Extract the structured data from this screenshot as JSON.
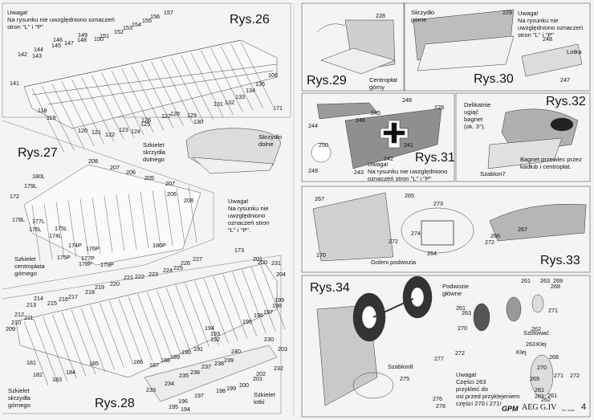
{
  "notes": {
    "rys26": "Uwaga!\nNa rysunku nie uwzględniono oznaczeń\nstron \"L\" i \"P\"",
    "rys27": "Uwaga!\nNa rysunku nie\nuwzględniono\noznaczeń stron\n\"L\" i \"P\".",
    "rys30": "Uwaga!\nNa rysunku nie\nuwzględniono oznaczeń\nstron \"L\" i \"P\"",
    "rys31": "Uwaga!\nNa rysunku nie uwzględniono\noznaczeń stron \"L\" i \"P\"",
    "rys34": "Uwaga!\nCzęści 263\nprzykleić do\nosi przed przyklejeniem\nczęści 270 i 271!"
  },
  "titles": {
    "rys26": "Rys.26",
    "rys27": "Rys.27",
    "rys28": "Rys.28",
    "rys29": "Rys.29",
    "rys30": "Rys.30",
    "rys31": "Rys.31",
    "rys32": "Rys.32",
    "rys33": "Rys.33",
    "rys34": "Rys.34"
  },
  "descriptions": {
    "szkielet_dolnego": "Szkielet\nskrzydła\ndolnego",
    "skrzydlo_dolne": "Skrzydło\ndolne",
    "szkielet_centroplatu": "Szkielet\ncentropłata\ngórnego",
    "szkielet_gornego": "Szkielet\nskrzydła\ngórnego",
    "szkielet_lotki": "Szkielet\nlotki",
    "centroplat_gorny": "Centropłat\ngórny",
    "skrzydlo_gorne": "Skrzydło\ngórne",
    "lotka": "Lotka",
    "delikatnie": "Delikatnie\nugiąć\nbagnet\n(ok. 3°).",
    "szablon7": "Szablon7",
    "bagnet": "Bagnet przewlec przez\nkadłub i centropłat.",
    "goleni": "Goleni podwozia",
    "podwozie": "Podwozie\ngłówne",
    "szablon8": "Szablon8",
    "szlifowac": "Szlifować",
    "klej1": "Klej",
    "klej2": "Klej"
  },
  "footer": {
    "brand": "GPM",
    "model": "AEG G.IV",
    "page": "4",
    "small": "Inn. mody."
  },
  "labels": [
    {
      "t": "157"
    },
    {
      "t": "156"
    },
    {
      "t": "155"
    },
    {
      "t": "154"
    },
    {
      "t": "153"
    },
    {
      "t": "152"
    },
    {
      "t": "151"
    },
    {
      "t": "150"
    },
    {
      "t": "149"
    },
    {
      "t": "148"
    },
    {
      "t": "147"
    },
    {
      "t": "146"
    },
    {
      "t": "145"
    },
    {
      "t": "144"
    },
    {
      "t": "143"
    },
    {
      "t": "142"
    },
    {
      "t": "141"
    },
    {
      "t": "106"
    },
    {
      "t": "135"
    },
    {
      "t": "134"
    },
    {
      "t": "133"
    },
    {
      "t": "132"
    },
    {
      "t": "131"
    },
    {
      "t": "130"
    },
    {
      "t": "129"
    },
    {
      "t": "128"
    },
    {
      "t": "127"
    },
    {
      "t": "126"
    },
    {
      "t": "125"
    },
    {
      "t": "124"
    },
    {
      "t": "123"
    },
    {
      "t": "122"
    },
    {
      "t": "121"
    },
    {
      "t": "120"
    },
    {
      "t": "119"
    },
    {
      "t": "118"
    },
    {
      "t": "171"
    },
    {
      "t": "208"
    },
    {
      "t": "207"
    },
    {
      "t": "206"
    },
    {
      "t": "205"
    },
    {
      "t": "207"
    },
    {
      "t": "206"
    },
    {
      "t": "208"
    },
    {
      "t": "180L"
    },
    {
      "t": "179L"
    },
    {
      "t": "172"
    },
    {
      "t": "178L"
    },
    {
      "t": "177L"
    },
    {
      "t": "176L"
    },
    {
      "t": "175L"
    },
    {
      "t": "174L"
    },
    {
      "t": "174P"
    },
    {
      "t": "175P"
    },
    {
      "t": "176P"
    },
    {
      "t": "177P"
    },
    {
      "t": "178P"
    },
    {
      "t": "179P"
    },
    {
      "t": "180P"
    },
    {
      "t": "227"
    },
    {
      "t": "226"
    },
    {
      "t": "225"
    },
    {
      "t": "224"
    },
    {
      "t": "223"
    },
    {
      "t": "222"
    },
    {
      "t": "221"
    },
    {
      "t": "220"
    },
    {
      "t": "219"
    },
    {
      "t": "218"
    },
    {
      "t": "217"
    },
    {
      "t": "216"
    },
    {
      "t": "215"
    },
    {
      "t": "214"
    },
    {
      "t": "213"
    },
    {
      "t": "212"
    },
    {
      "t": "211"
    },
    {
      "t": "210"
    },
    {
      "t": "209"
    },
    {
      "t": "173"
    },
    {
      "t": "201"
    },
    {
      "t": "200"
    },
    {
      "t": "231"
    },
    {
      "t": "204"
    },
    {
      "t": "199"
    },
    {
      "t": "198"
    },
    {
      "t": "197"
    },
    {
      "t": "196"
    },
    {
      "t": "195"
    },
    {
      "t": "194"
    },
    {
      "t": "193"
    },
    {
      "t": "192"
    },
    {
      "t": "191"
    },
    {
      "t": "190"
    },
    {
      "t": "189"
    },
    {
      "t": "188"
    },
    {
      "t": "187"
    },
    {
      "t": "186"
    },
    {
      "t": "185"
    },
    {
      "t": "184"
    },
    {
      "t": "183"
    },
    {
      "t": "182"
    },
    {
      "t": "181"
    },
    {
      "t": "230"
    },
    {
      "t": "240"
    },
    {
      "t": "203"
    },
    {
      "t": "239"
    },
    {
      "t": "238"
    },
    {
      "t": "237"
    },
    {
      "t": "236"
    },
    {
      "t": "235"
    },
    {
      "t": "234"
    },
    {
      "t": "233"
    },
    {
      "t": "232"
    },
    {
      "t": "202"
    },
    {
      "t": "201"
    },
    {
      "t": "200"
    },
    {
      "t": "199"
    },
    {
      "t": "198"
    },
    {
      "t": "197"
    },
    {
      "t": "196"
    },
    {
      "t": "195"
    },
    {
      "t": "194"
    },
    {
      "t": "228"
    },
    {
      "t": "229"
    },
    {
      "t": "248"
    },
    {
      "t": "247"
    },
    {
      "t": "248"
    },
    {
      "t": "246"
    },
    {
      "t": "245"
    },
    {
      "t": "229"
    },
    {
      "t": "244"
    },
    {
      "t": "250"
    },
    {
      "t": "249"
    },
    {
      "t": "242"
    },
    {
      "t": "241"
    },
    {
      "t": "243"
    },
    {
      "t": "265"
    },
    {
      "t": "267"
    },
    {
      "t": "273"
    },
    {
      "t": "272"
    },
    {
      "t": "274"
    },
    {
      "t": "264"
    },
    {
      "t": "170"
    },
    {
      "t": "267"
    },
    {
      "t": "266"
    },
    {
      "t": "272"
    },
    {
      "t": "261"
    },
    {
      "t": "263"
    },
    {
      "t": "269"
    },
    {
      "t": "268"
    },
    {
      "t": "271"
    },
    {
      "t": "261"
    },
    {
      "t": "263"
    },
    {
      "t": "270"
    },
    {
      "t": "262"
    },
    {
      "t": "272"
    },
    {
      "t": "277"
    },
    {
      "t": "275"
    },
    {
      "t": "276"
    },
    {
      "t": "278"
    },
    {
      "t": "263"
    },
    {
      "t": "268"
    },
    {
      "t": "269"
    },
    {
      "t": "271"
    },
    {
      "t": "261"
    },
    {
      "t": "270"
    },
    {
      "t": "272"
    },
    {
      "t": "262"
    },
    {
      "t": "261"
    },
    {
      "t": "261"
    }
  ]
}
